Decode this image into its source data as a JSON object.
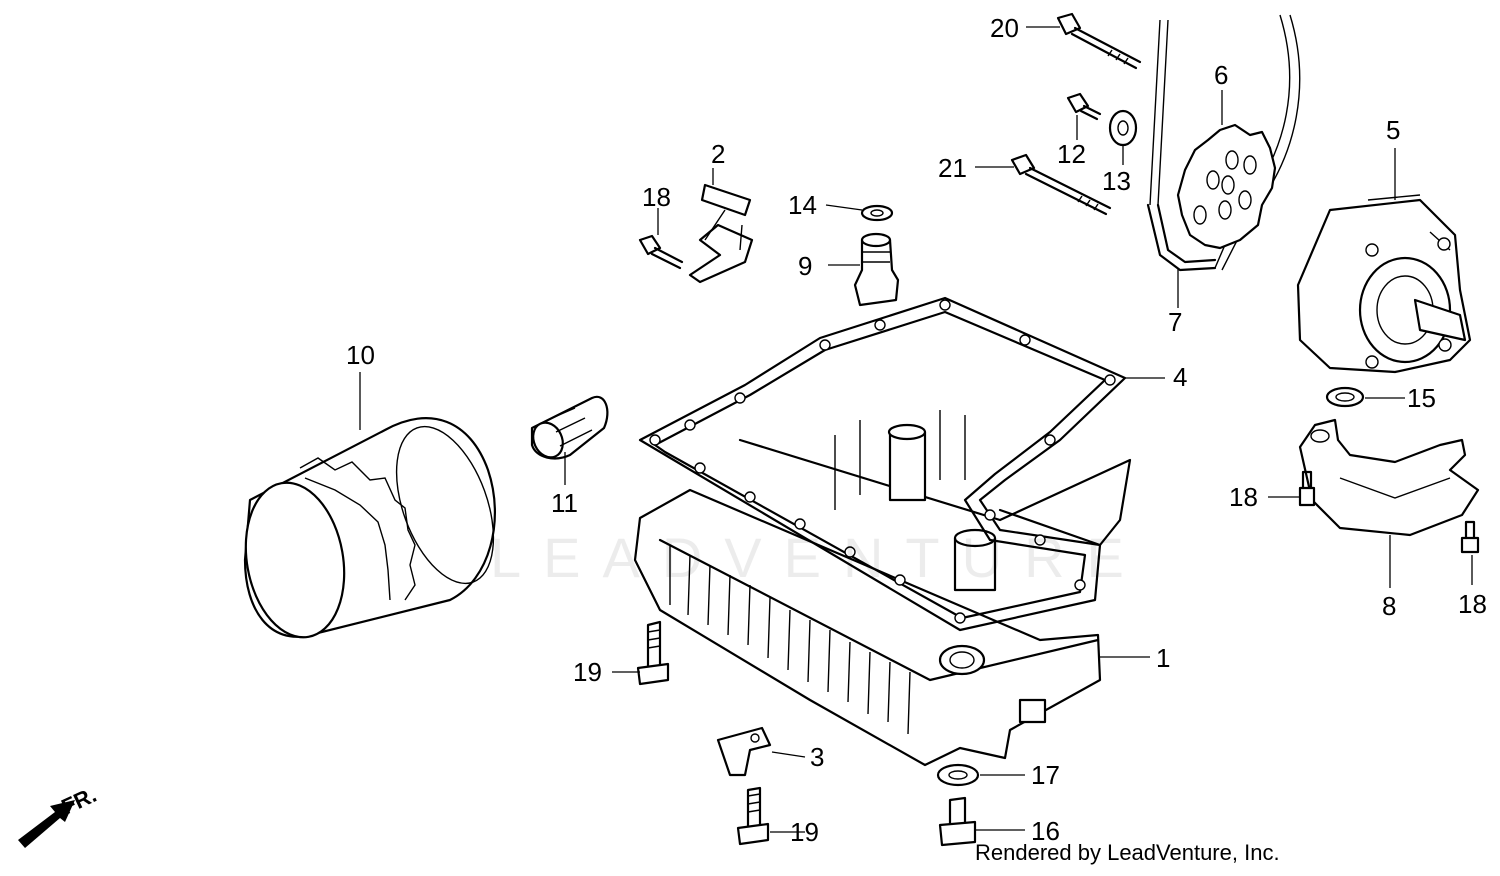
{
  "diagram": {
    "labels": [
      {
        "id": "1",
        "text": "1"
      },
      {
        "id": "2",
        "text": "2"
      },
      {
        "id": "3",
        "text": "3"
      },
      {
        "id": "4",
        "text": "4"
      },
      {
        "id": "5",
        "text": "5"
      },
      {
        "id": "6",
        "text": "6"
      },
      {
        "id": "7",
        "text": "7"
      },
      {
        "id": "8",
        "text": "8"
      },
      {
        "id": "9",
        "text": "9"
      },
      {
        "id": "10",
        "text": "10"
      },
      {
        "id": "11",
        "text": "11"
      },
      {
        "id": "12",
        "text": "12"
      },
      {
        "id": "13",
        "text": "13"
      },
      {
        "id": "14",
        "text": "14"
      },
      {
        "id": "15",
        "text": "15"
      },
      {
        "id": "16",
        "text": "16"
      },
      {
        "id": "17",
        "text": "17"
      },
      {
        "id": "18a",
        "text": "18"
      },
      {
        "id": "18b",
        "text": "18"
      },
      {
        "id": "18c",
        "text": "18"
      },
      {
        "id": "19a",
        "text": "19"
      },
      {
        "id": "19b",
        "text": "19"
      },
      {
        "id": "20",
        "text": "20"
      },
      {
        "id": "21",
        "text": "21"
      }
    ],
    "direction_mark": "FR.",
    "watermark": "LEADVENTURE",
    "credit": "Rendered by LeadVenture, Inc."
  }
}
